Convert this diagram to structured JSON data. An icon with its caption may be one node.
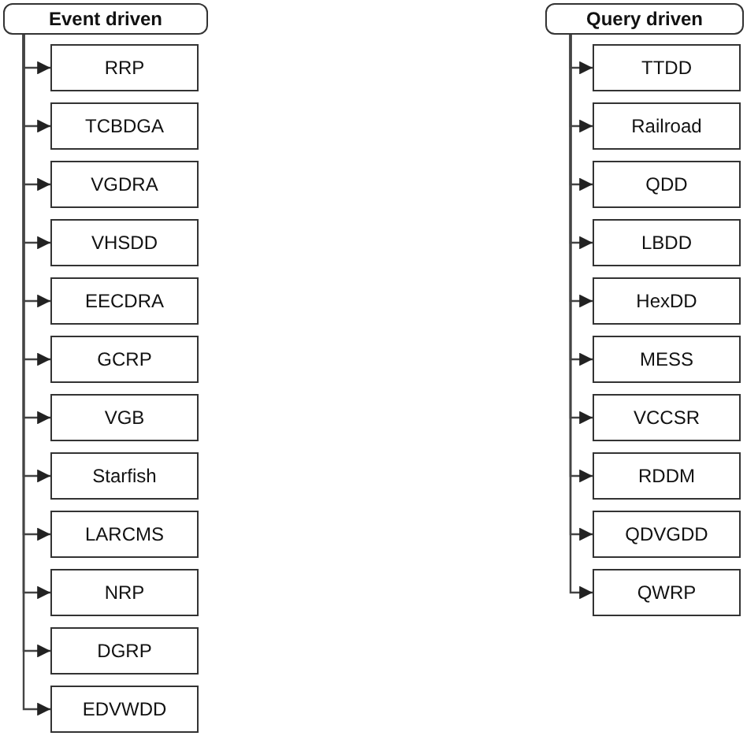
{
  "diagram": {
    "nodes": [
      {
        "text": [
          "Event driven"
        ]
      },
      {
        "text": [
          "RRP"
        ]
      },
      {
        "text": [
          "TCBDGA"
        ]
      },
      {
        "text": [
          "VGDRA"
        ]
      },
      {
        "text": [
          "VHSDD"
        ]
      },
      {
        "text": [
          "EECDRA"
        ]
      },
      {
        "text": [
          "GCRP"
        ]
      },
      {
        "text": [
          "VGB"
        ]
      },
      {
        "text": [
          "Starfish"
        ]
      },
      {
        "text": [
          "LARCMS"
        ]
      },
      {
        "text": [
          "NRP"
        ]
      },
      {
        "text": [
          "DGRP"
        ]
      },
      {
        "text": [
          "EDVWDD"
        ]
      },
      {
        "text": [
          "Query driven"
        ]
      },
      {
        "text": [
          "TTDD"
        ]
      },
      {
        "text": [
          "Railroad"
        ]
      },
      {
        "text": [
          "QDD"
        ]
      },
      {
        "text": [
          "LBDD"
        ]
      },
      {
        "text": [
          "HexDD"
        ]
      },
      {
        "text": [
          "MESS"
        ]
      },
      {
        "text": [
          "VCCSR"
        ]
      },
      {
        "text": [
          "RDDM"
        ]
      },
      {
        "text": [
          "QDVGDD"
        ]
      },
      {
        "text": [
          "QWRP"
        ]
      }
    ],
    "edges": [
      {
        "from": 0,
        "to": 1,
        "arrow": "to"
      },
      {
        "from": 0,
        "to": 2,
        "arrow": "to"
      },
      {
        "from": 0,
        "to": 3,
        "arrow": "to"
      },
      {
        "from": 0,
        "to": 4,
        "arrow": "to"
      },
      {
        "from": 0,
        "to": 5,
        "arrow": "to"
      },
      {
        "from": 0,
        "to": 6,
        "arrow": "to"
      },
      {
        "from": 0,
        "to": 7,
        "arrow": "to"
      },
      {
        "from": 0,
        "to": 8,
        "arrow": "to"
      },
      {
        "from": 0,
        "to": 9,
        "arrow": "to"
      },
      {
        "from": 0,
        "to": 10,
        "arrow": "to"
      },
      {
        "from": 0,
        "to": 11,
        "arrow": "to"
      },
      {
        "from": 0,
        "to": 12,
        "arrow": "to"
      },
      {
        "from": 13,
        "to": 14,
        "arrow": "to"
      },
      {
        "from": 13,
        "to": 15,
        "arrow": "to"
      },
      {
        "from": 13,
        "to": 16,
        "arrow": "to"
      },
      {
        "from": 13,
        "to": 17,
        "arrow": "to"
      },
      {
        "from": 13,
        "to": 18,
        "arrow": "to"
      },
      {
        "from": 13,
        "to": 19,
        "arrow": "to"
      },
      {
        "from": 13,
        "to": 20,
        "arrow": "to"
      },
      {
        "from": 13,
        "to": 21,
        "arrow": "to"
      },
      {
        "from": 13,
        "to": 22,
        "arrow": "to"
      },
      {
        "from": 13,
        "to": 23,
        "arrow": "to"
      }
    ]
  }
}
